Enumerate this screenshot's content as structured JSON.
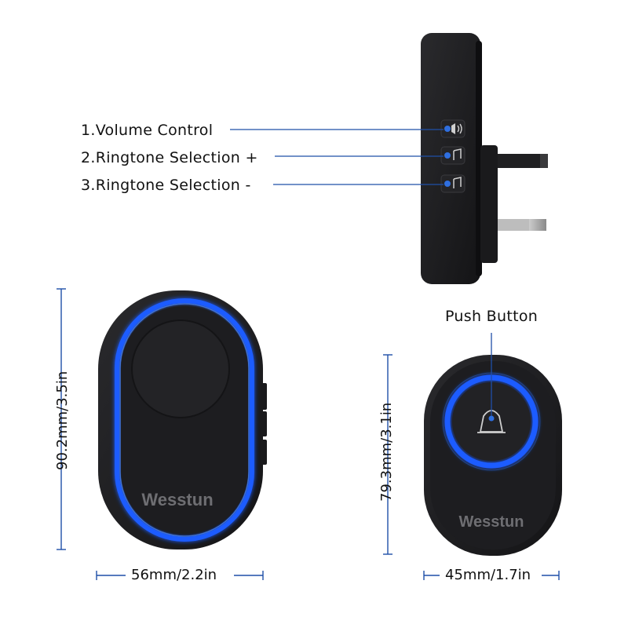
{
  "callouts": [
    {
      "label": "1.Volume Control"
    },
    {
      "label": "2.Ringtone Selection +"
    },
    {
      "label": "3.Ringtone Selection -"
    }
  ],
  "push_button": {
    "label": "Push Button"
  },
  "receiver": {
    "brand": "Wesstun",
    "height_label": "90.2mm/3.5in",
    "width_label": "56mm/2.2in"
  },
  "transmitter": {
    "brand": "Wesstun",
    "height_label": "79.3mm/3.1in",
    "width_label": "45mm/1.7in"
  },
  "colors": {
    "accent": "#2f6fe0",
    "glow": "#1f5bff",
    "body": "#1c1c1e",
    "line": "#1f4fa8"
  }
}
